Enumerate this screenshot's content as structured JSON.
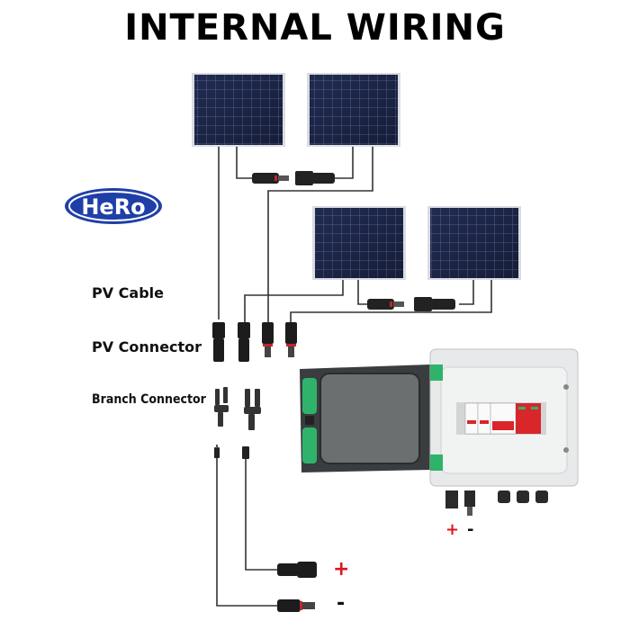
{
  "title": "INTERNAL WIRING",
  "logo": {
    "text": "HeRo",
    "color": "#1f3fa8"
  },
  "labels": {
    "pv_cable": "PV Cable",
    "pv_connector": "PV Connector",
    "branch_connector": "Branch Connector"
  },
  "combiner_box": {
    "output_plus": "+",
    "output_minus": "-"
  },
  "outputs": {
    "plus": "+",
    "minus": "-"
  },
  "colors": {
    "panel": "#1a2340",
    "plus": "#e0121b",
    "minus": "#111111",
    "clip_green": "#2fb36a",
    "breaker_red": "#d9262a"
  },
  "panels": [
    {
      "id": "panel-1"
    },
    {
      "id": "panel-2"
    },
    {
      "id": "panel-3"
    },
    {
      "id": "panel-4"
    }
  ]
}
